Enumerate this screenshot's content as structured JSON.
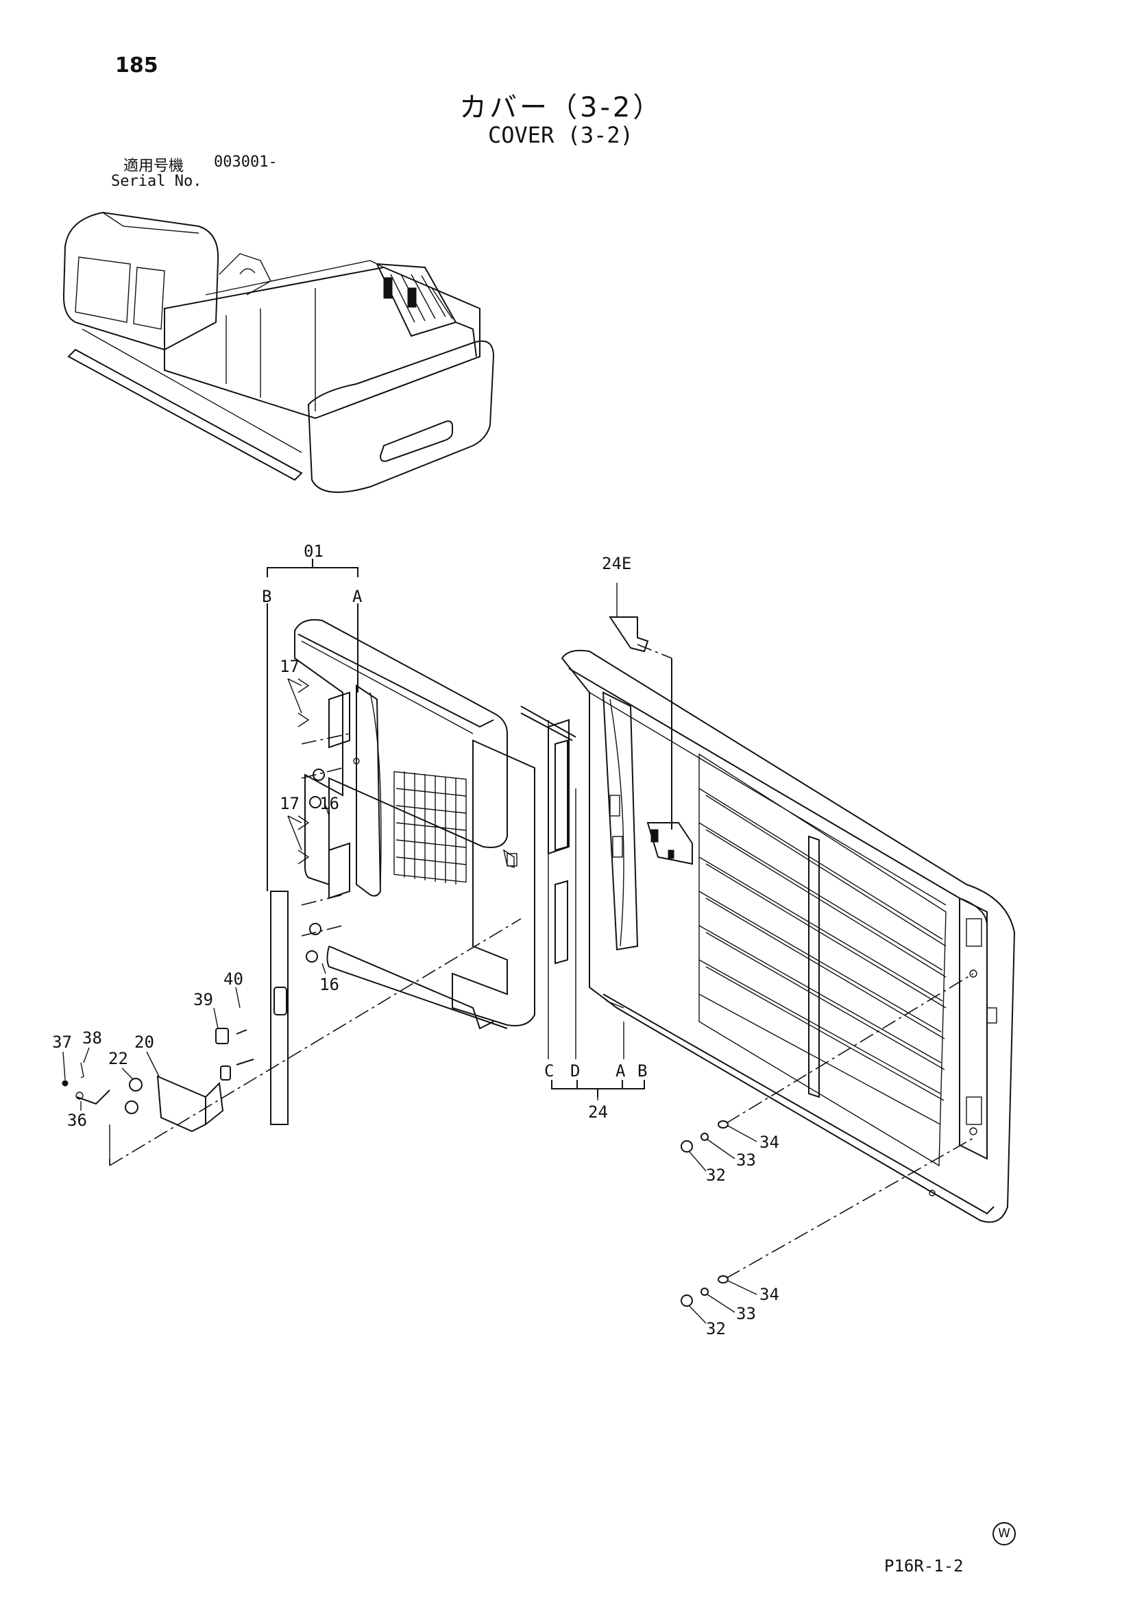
{
  "header": {
    "page_number": "185",
    "title_jp": "カバー（3-2）",
    "title_en": "COVER (3-2)",
    "serial_label_jp": "適用号機",
    "serial_value": "003001-",
    "serial_label_en": "Serial No."
  },
  "callouts": {
    "c01": "01",
    "cA1": "A",
    "cB1": "B",
    "c17a": "17",
    "c17b": "17",
    "c16a": "16",
    "c16b": "16",
    "c40": "40",
    "c39": "39",
    "c37": "37",
    "c38": "38",
    "c22": "22",
    "c20": "20",
    "c36": "36",
    "c24E": "24E",
    "cC": "C",
    "cD": "D",
    "cA2": "A",
    "cB2": "B",
    "c24": "24",
    "c34a": "34",
    "c33a": "33",
    "c32a": "32",
    "c34b": "34",
    "c33b": "33",
    "c32b": "32"
  },
  "footer": {
    "ref_code": "P16R-1-2",
    "mark": "W"
  }
}
